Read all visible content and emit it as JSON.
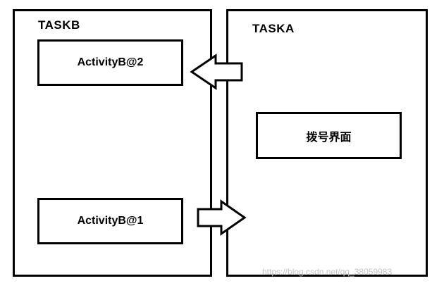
{
  "task_b": {
    "title": "TASKB",
    "activities": [
      {
        "label": "ActivityB@2"
      },
      {
        "label": "ActivityB@1"
      }
    ]
  },
  "task_a": {
    "title": "TASKA",
    "activities": [
      {
        "label": "拨号界面"
      }
    ]
  },
  "watermark": "https://blog.csdn.net/qq_38059983"
}
